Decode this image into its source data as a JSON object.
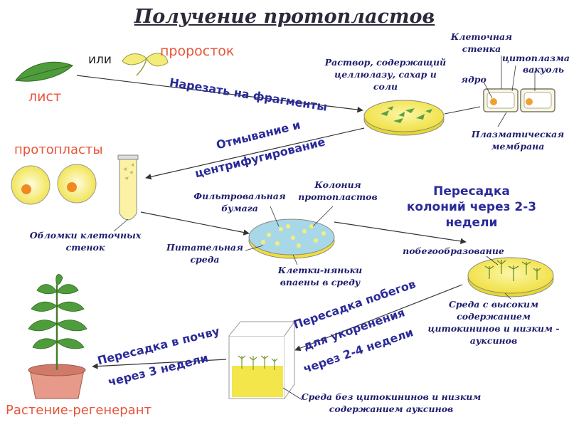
{
  "title": "Получение протопластов",
  "labels": {
    "ili": "или",
    "prorostok": "проросток",
    "list": "лист",
    "rastvor": "Раствор, содержащий целлюлазу, сахар и соли",
    "kletochnaya_stenka": "Клеточная стенка",
    "citoplazma": "цитоплазма",
    "vakuol": "вакуоль",
    "yadro": "ядро",
    "plazmaticheskaya": "Плазматическая мембрана",
    "protoplasty": "протопласты",
    "oblomki": "Обломки клеточных стенок",
    "filtrovalnaya": "Фильтровальная бумага",
    "koloniya": "Колония протопластов",
    "pitatelnaya": "Питательная среда",
    "kletki_nyanki": "Клетки-няньки впаены в среду",
    "pobegoobrazovanie": "побегообразование",
    "sreda_vysokim": "Среда с высоким содержанием цитокининов и низким - ауксинов",
    "sreda_bez": "Среда без цитокининов и низким содержанием ауксинов",
    "rastenie": "Растение-регенерант"
  },
  "steps": {
    "narezat": "Нарезать на фрагменты",
    "otmyvanie_1": "Отмывание и",
    "otmyvanie_2": "центрифугирование",
    "peresadka_kolonii_1": "Пересадка",
    "peresadka_kolonii_2": "колоний через 2-3",
    "peresadka_kolonii_3": "недели",
    "pobegov_1": "Пересадка побегов",
    "pobegov_2": "для укоренения",
    "pobegov_3": "через 2-4 недели",
    "pochvu_1": "Пересадка в почву",
    "pochvu_2": "через 3 недели"
  },
  "colors": {
    "label_red": "#e8553a",
    "step_blue": "#2a2a9a",
    "medium_yellow": "#f2e64a",
    "leaf_green": "#4f9c3c",
    "nucleus_orange": "#f0a030"
  }
}
